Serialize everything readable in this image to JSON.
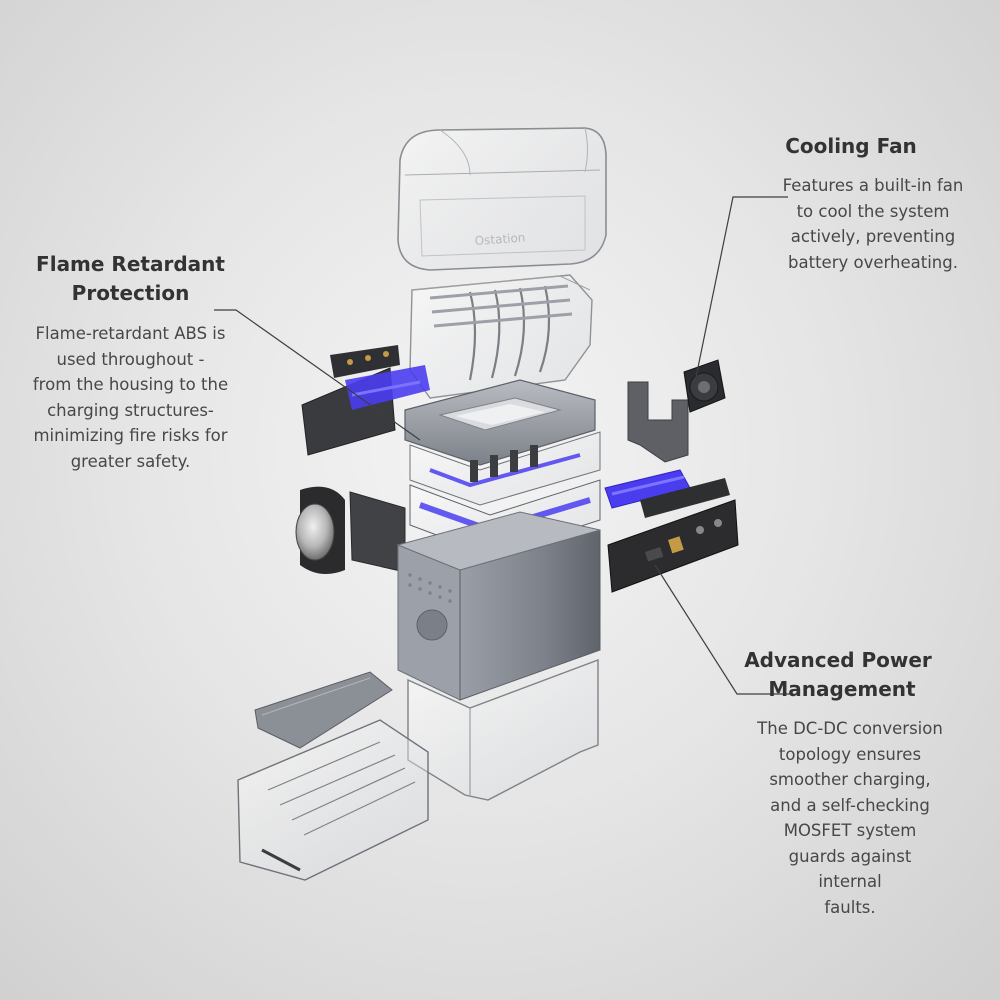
{
  "device": {
    "brand_engraving": "Ostation"
  },
  "callouts": {
    "flame": {
      "heading": [
        "Flame Retardant",
        "Protection"
      ],
      "body": [
        "Flame-retardant ABS is",
        "used throughout -",
        "from the housing to the",
        "charging structures-",
        "minimizing fire risks for",
        "greater safety."
      ]
    },
    "fan": {
      "heading": [
        "Cooling Fan"
      ],
      "body": [
        "Features a built-in fan",
        "to cool the system",
        "actively, preventing",
        "battery overheating."
      ]
    },
    "power": {
      "heading": [
        "Advanced Power",
        "Management"
      ],
      "body": [
        "The DC-DC conversion",
        "topology ensures",
        "smoother charging,",
        "and a self-checking",
        "MOSFET system",
        "guards against",
        "internal",
        "faults."
      ]
    }
  },
  "colors": {
    "accent_blue": "#4a3df0",
    "housing_gray": "#8f949c",
    "pcb_dark": "#2c2c2e"
  }
}
